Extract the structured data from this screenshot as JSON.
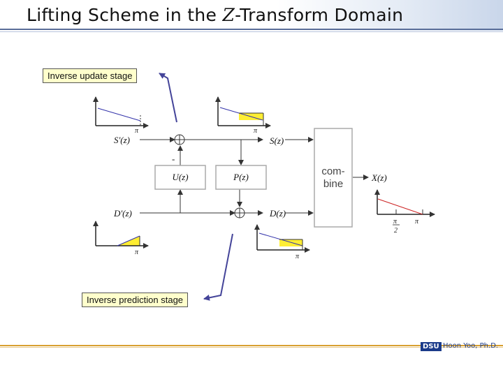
{
  "title": {
    "prefix": "Lifting Scheme in the ",
    "variable": "Z",
    "suffix": "-Transform Domain"
  },
  "callouts": {
    "update": "Inverse update stage",
    "prediction": "Inverse prediction stage"
  },
  "signals": {
    "s_prime": "S'(z)",
    "s": "S(z)",
    "d_prime": "D'(z)",
    "d": "D(z)",
    "x": "X(z)"
  },
  "blocks": {
    "update": "U(z)",
    "predict": "P(z)",
    "combine_1": "com-",
    "combine_2": "bine"
  },
  "spectrum": {
    "pi": "π",
    "pi_half_num": "π",
    "pi_half_den": "2"
  },
  "minus_sign": "-",
  "footer": {
    "logo": "DSU",
    "author": "Hoon Yoo, Ph.D."
  },
  "colors": {
    "spectrum_fill": "#ffee33",
    "curve_line": "#3333aa",
    "callout_arrow": "#444499",
    "x_curve": "#cc2222"
  }
}
